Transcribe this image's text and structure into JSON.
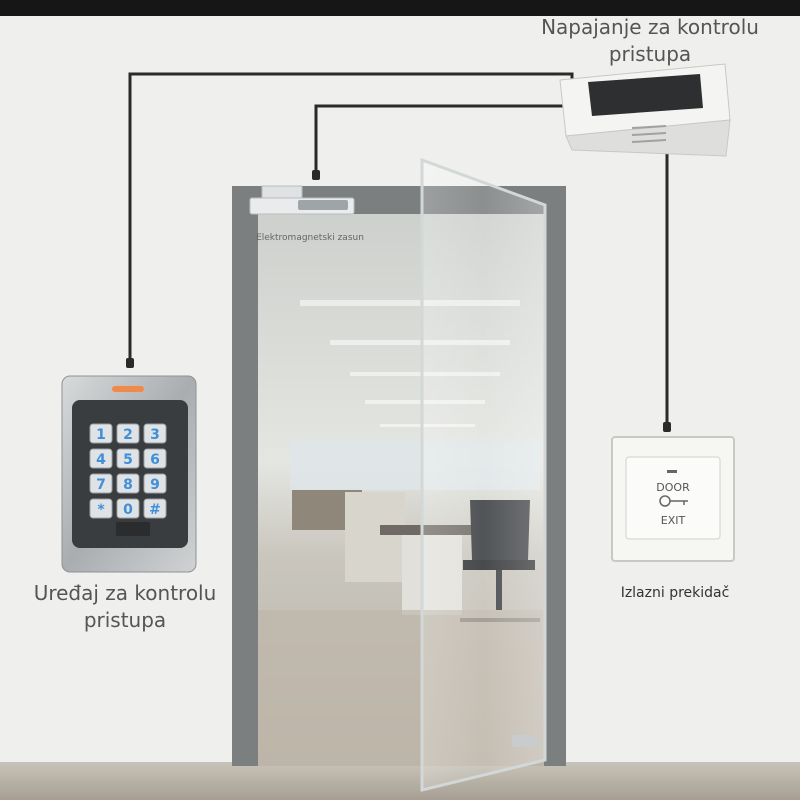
{
  "labels": {
    "power_supply": "Napajanje za kontrolu pristupa",
    "em_lock": "Elektromagnetski zasun",
    "keypad": "Uređaj za kontrolu pristupa",
    "exit_button": "Izlazni prekidač"
  },
  "keypad_keys": [
    "1",
    "2",
    "3",
    "4",
    "5",
    "6",
    "7",
    "8",
    "9",
    "*",
    "0",
    "#"
  ],
  "exit_button_text": {
    "top": "DOOR",
    "bottom": "EXIT"
  },
  "colors": {
    "wire": "#2a2a2a",
    "wall": "#efefed",
    "door_frame": "#7c7f80",
    "key_blue": "#3f8fd9",
    "keypad_led": "#f08a4b"
  }
}
